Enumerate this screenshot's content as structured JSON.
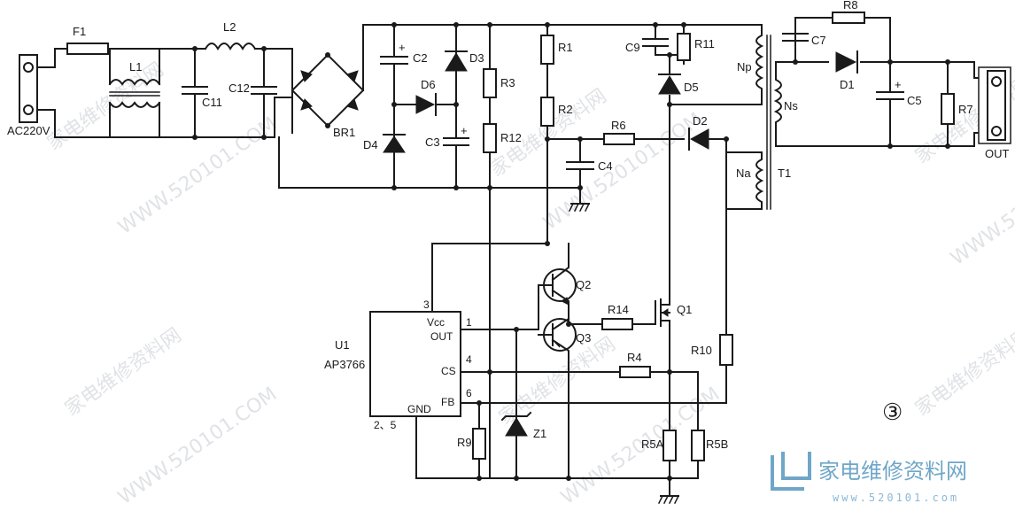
{
  "components": {
    "F1": "F1",
    "L1": "L1",
    "L2": "L2",
    "C11": "C11",
    "C12": "C12",
    "BR1": "BR1",
    "C2": "C2",
    "D3": "D3",
    "D6": "D6",
    "D4": "D4",
    "C3": "C3",
    "R3": "R3",
    "R12": "R12",
    "R1": "R1",
    "R2": "R2",
    "R6": "R6",
    "C4": "C4",
    "C9": "C9",
    "R11": "R11",
    "D5": "D5",
    "D2": "D2",
    "Np": "Np",
    "Ns": "Ns",
    "Na": "Na",
    "T1": "T1",
    "C7": "C7",
    "R8": "R8",
    "D1": "D1",
    "C5": "C5",
    "R7": "R7",
    "Q1": "Q1",
    "Q2": "Q2",
    "Q3": "Q3",
    "R14": "R14",
    "R4": "R4",
    "R10": "R10",
    "R9": "R9",
    "Z1": "Z1",
    "R5A": "R5A",
    "R5B": "R5B"
  },
  "terminals": {
    "input": "AC220V",
    "output": "OUT"
  },
  "ic": {
    "ref": "U1",
    "part": "AP3766",
    "pins": {
      "vcc": "Vcc",
      "out": "OUT",
      "cs": "CS",
      "fb": "FB",
      "gnd": "GND"
    },
    "pin_numbers": {
      "vcc": "3",
      "out": "1",
      "cs": "4",
      "fb": "6",
      "gnd": "2、5"
    }
  },
  "figure_number": "③",
  "watermarks": {
    "site_name": "家电维修资料网",
    "url": "WWW.520101.COM",
    "logo_text": "家电维修资料网",
    "logo_url": "www.520101.com"
  }
}
